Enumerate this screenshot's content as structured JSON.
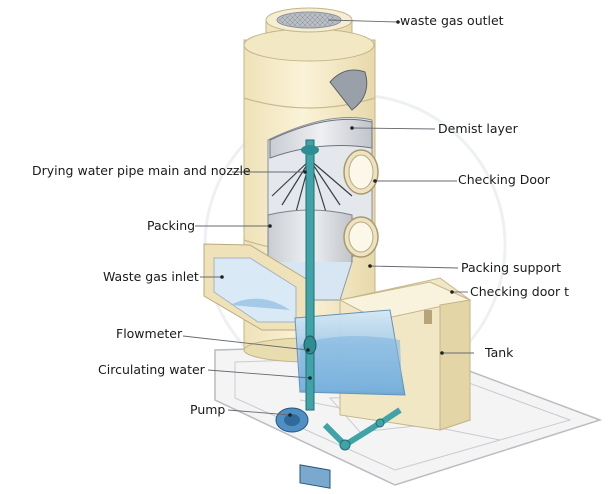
{
  "labels": {
    "waste_gas_outlet": "waste gas outlet",
    "demist_layer": "Demist layer",
    "drying_water_pipe": "Drying water pipe main and nozzle",
    "checking_door": "Checking Door",
    "packing": "Packing",
    "packing_support": "Packing support",
    "waste_gas_inlet": "Waste gas inlet",
    "checking_door_t": "Checking door t",
    "flowmeter": "Flowmeter",
    "tank": "Tank",
    "circulating_water": "Circulating water",
    "pump": "Pump"
  }
}
